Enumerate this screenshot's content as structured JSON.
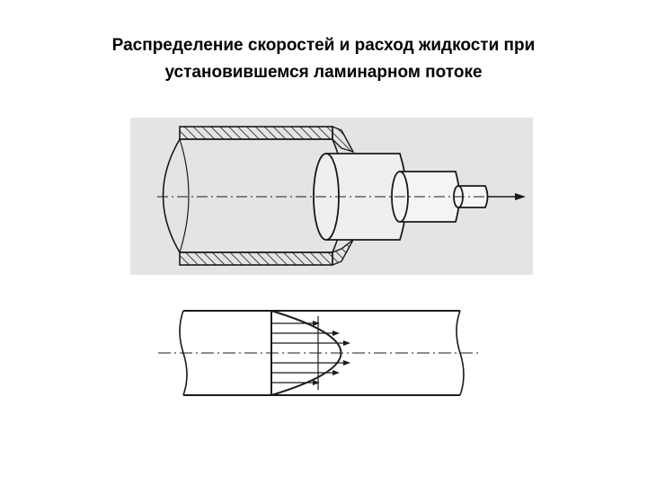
{
  "slide": {
    "title_line1": "Распределение скоростей и расход жидкости при",
    "title_line2": "установившемся ламинарном потоке"
  },
  "colors": {
    "background": "#ffffff",
    "ink": "#1a1a1a",
    "scan_background": "#e4e4e4"
  },
  "figures": {
    "telescoping_cylinders": "telescoping-fluid-layers-diagram",
    "velocity_profile": "parabolic-velocity-profile-diagram"
  }
}
